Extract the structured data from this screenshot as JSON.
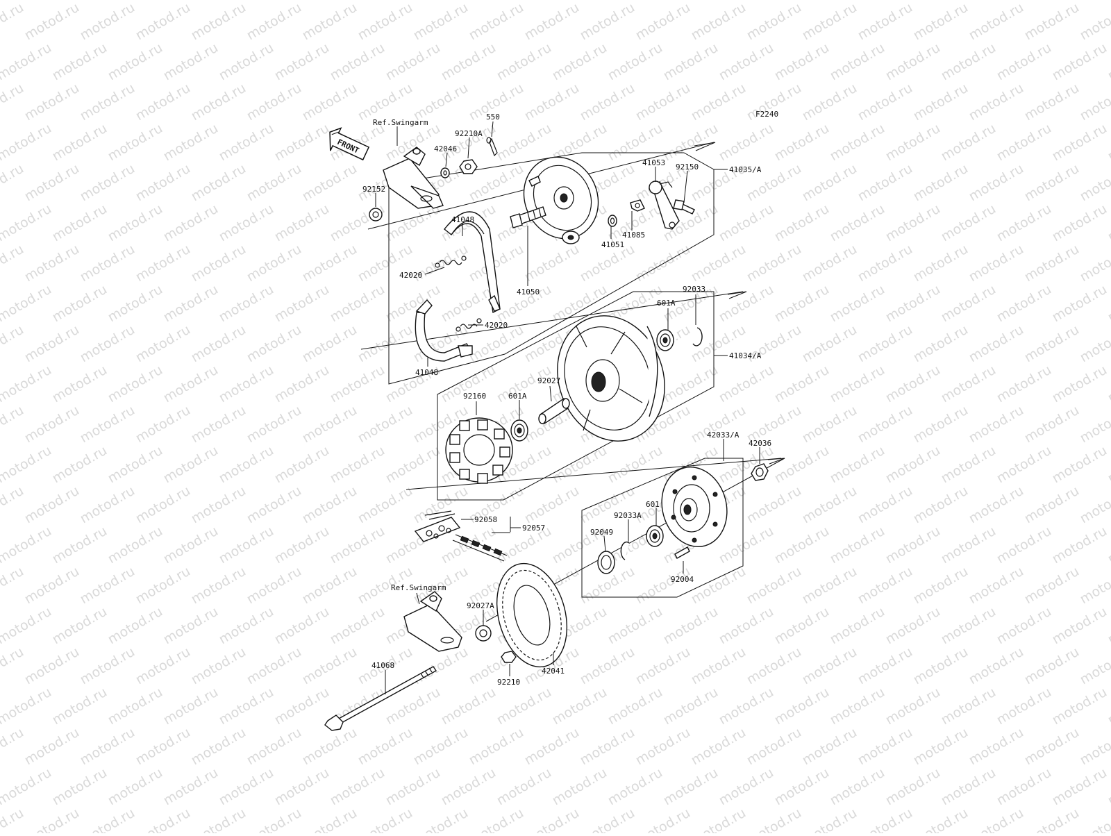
{
  "diagram": {
    "code": "F2240",
    "front_label": "FRONT",
    "watermark": "motod.ru",
    "refs": [
      "Ref.Swingarm",
      "Ref.Swingarm"
    ],
    "labels": {
      "p550": "550",
      "p92210A": "92210A",
      "p42046": "42046",
      "p92152": "92152",
      "p41053": "41053",
      "p92150": "92150",
      "p41035A": "41035/A",
      "p41048a": "41048",
      "p41085": "41085",
      "p41051": "41051",
      "p42020a": "42020",
      "p41050": "41050",
      "p42020b": "42020",
      "p41048b": "41048",
      "p92033": "92033",
      "p601Aa": "601A",
      "p41034A": "41034/A",
      "p92027": "92027",
      "p92160": "92160",
      "p601Ab": "601A",
      "p42033A": "42033/A",
      "p42036": "42036",
      "p92058": "92058",
      "p92057": "92057",
      "p92033A": "92033A",
      "p601": "601",
      "p92049": "92049",
      "p92004": "92004",
      "p92027A": "92027A",
      "p41068": "41068",
      "p42041": "42041",
      "p92210": "92210"
    }
  }
}
